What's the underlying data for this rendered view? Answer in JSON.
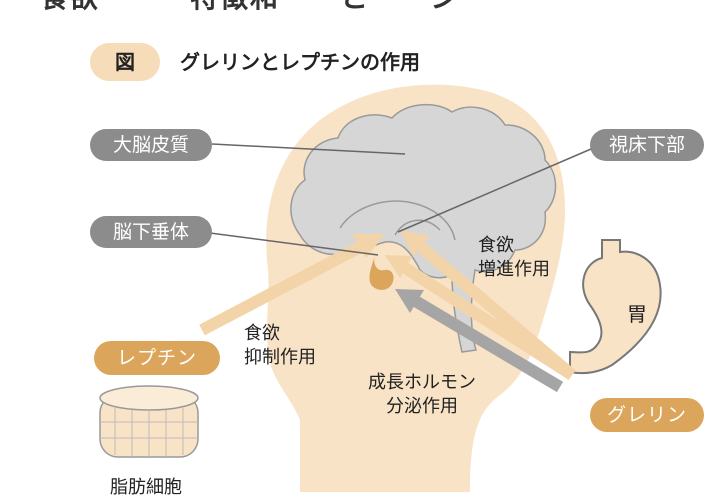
{
  "header": {
    "top_cut_text": "食欲　　　特徴和　　と　　シ",
    "badge": "図",
    "title": "グレリンとレプチンの作用"
  },
  "labels": {
    "cerebral_cortex": "大脳皮質",
    "hypothalamus": "視床下部",
    "pituitary": "脳下垂体",
    "appetite_increase": "食欲\n増進作用",
    "appetite_suppress": "食欲\n抑制作用",
    "gh_secretion": "成長ホルモン\n分泌作用",
    "stomach": "胃",
    "leptin": "レプチン",
    "ghrelin": "グレリン",
    "fat_cell": "脂肪細胞"
  },
  "colors": {
    "head": "#f8e3c6",
    "brain": "#d6d6d6",
    "brain_outline": "#9a9a9a",
    "arrow_tan": "#f3d4a8",
    "arrow_gray": "#9a9a9a",
    "pituitary": "#dba55c",
    "pill_gray": "#8c8c8c",
    "pill_orange": "#dba55c"
  }
}
